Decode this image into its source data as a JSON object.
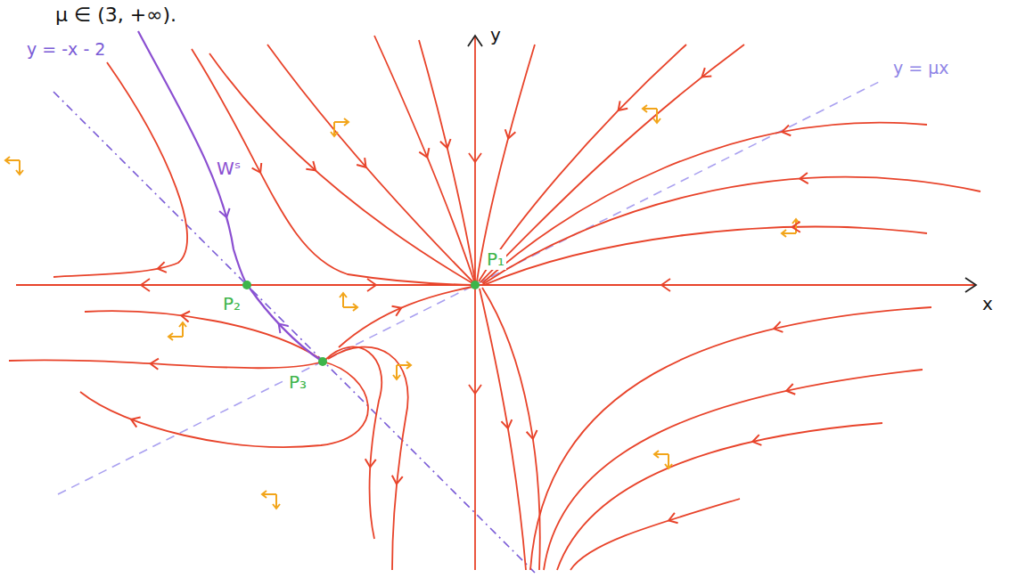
{
  "diagram": {
    "labels": [
      "μ ∈ (3, +∞).",
      "y",
      "x",
      "y = -x - 2",
      "y = μx",
      "Wˢ",
      "P₁",
      "P₂",
      "P₃"
    ]
  }
}
